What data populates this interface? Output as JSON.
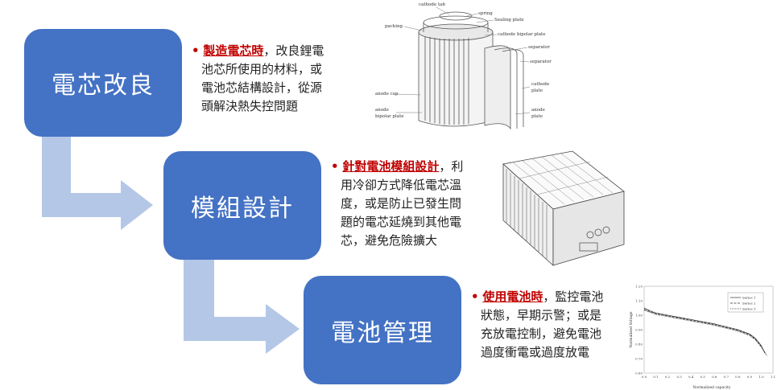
{
  "steps": [
    {
      "title": "電芯改良",
      "highlight": "製造電芯時",
      "lines": [
        "，改良鋰電",
        "池芯所使用的材料，或",
        "電池芯結構設計，從源",
        "頭解決熱失控問題"
      ]
    },
    {
      "title": "模組設計",
      "highlight": "針對電池模組設計",
      "lines": [
        "，利",
        "用冷卻方式降低電芯溫",
        "度，或是防止已發生問",
        "題的電芯延燒到其他電",
        "芯，避免危險擴大"
      ]
    },
    {
      "title": "電池管理",
      "highlight": "使用電池時",
      "lines": [
        "，監控電池",
        "狀態，早期示警；或是",
        "充放電控制，避免電池",
        "過度衝電或過度放電"
      ]
    }
  ],
  "cell_figure": {
    "labels": [
      "cathode tab",
      "spring",
      "Sealing plate",
      "packing",
      "cathode bipolar plate",
      "separator",
      "separator",
      "cathode",
      "plate",
      "anode cap",
      "anode",
      "bipolar plate",
      "anode",
      "plate"
    ]
  },
  "chart_data": {
    "type": "line",
    "xlabel": "Normalized capacity",
    "ylabel": "Normalized Voltage",
    "x_ticks": [
      "0.0",
      "0.1",
      "0.2",
      "0.3",
      "0.4",
      "0.5",
      "0.6",
      "0.7",
      "0.8",
      "0.9",
      "1.0",
      "1.1"
    ],
    "y_ticks": [
      "1.20",
      "1.10",
      "1.00",
      "0.90",
      "0.80",
      "0.70",
      "0.60"
    ],
    "xlim": [
      0,
      1.1
    ],
    "ylim": [
      0.6,
      1.2
    ],
    "series": [
      {
        "name": "Series 1",
        "x": [
          0,
          0.05,
          0.1,
          0.2,
          0.3,
          0.4,
          0.5,
          0.6,
          0.7,
          0.8,
          0.9,
          0.95,
          1.0,
          1.03
        ],
        "y": [
          1.05,
          1.03,
          1.015,
          1.0,
          0.985,
          0.97,
          0.955,
          0.94,
          0.92,
          0.9,
          0.87,
          0.84,
          0.79,
          0.74
        ]
      },
      {
        "name": "Series 2",
        "x": [
          0,
          0.05,
          0.1,
          0.2,
          0.3,
          0.4,
          0.5,
          0.6,
          0.7,
          0.8,
          0.9,
          0.95,
          1.0,
          1.04
        ],
        "y": [
          1.04,
          1.025,
          1.01,
          0.995,
          0.98,
          0.965,
          0.95,
          0.935,
          0.915,
          0.895,
          0.865,
          0.835,
          0.785,
          0.73
        ]
      },
      {
        "name": "Series 3",
        "x": [
          0,
          0.05,
          0.1,
          0.2,
          0.3,
          0.4,
          0.5,
          0.6,
          0.7,
          0.8,
          0.9,
          0.95,
          1.0,
          1.05
        ],
        "y": [
          1.035,
          1.02,
          1.005,
          0.99,
          0.975,
          0.96,
          0.945,
          0.93,
          0.91,
          0.89,
          0.86,
          0.83,
          0.78,
          0.72
        ]
      }
    ]
  }
}
